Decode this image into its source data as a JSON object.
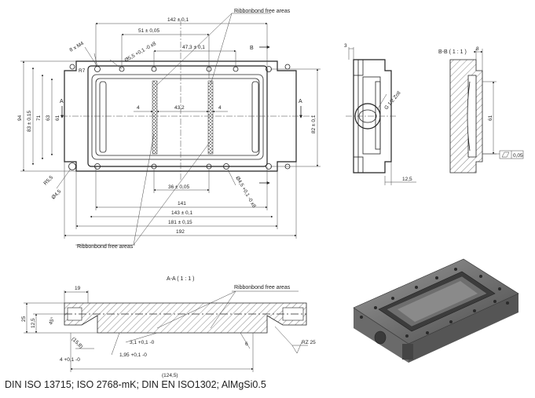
{
  "top_view": {
    "ribbon_top": "Ribbonbond free areas",
    "ribbon_bottom": "Ribbonbond free areas",
    "dims": {
      "d142": "142 ± 0,1",
      "d51": "51 ± 0,05",
      "d47": "47,3 ± 0,1",
      "hole_top": "Ø5,5 +0,1 -0 x8",
      "m4": "8 x M4",
      "r7": "R7",
      "d94": "94",
      "d83": "83 ± 0,15",
      "d71": "71",
      "d63": "63",
      "d61": "61",
      "d82": "82 ± 0,1",
      "d4a": "4",
      "d43": "43,2",
      "d4b": "4",
      "r5": "R5,5",
      "d45": "Ø4,5",
      "d36": "36 ± 0,05",
      "hole_bot": "Ø4,5 +0,1 -0 x8",
      "d141": "141",
      "d143": "143 ± 0,1",
      "d181": "181 ± 0,15",
      "d192": "192"
    },
    "section_a_left": "A",
    "section_a_right": "A",
    "section_b": "B"
  },
  "side_view": {
    "d3": "3",
    "g12": "G 1/2 Zoll",
    "d125": "12,5"
  },
  "section_bb": {
    "title": "B-B ( 1 : 1 )",
    "d8": "8",
    "d61": "61",
    "flat": "0,05"
  },
  "section_aa": {
    "title": "A-A ( 1 : 1 )",
    "ribbon": "Ribbonbond free areas",
    "d19": "19",
    "d25": "25",
    "d125": "12,5",
    "d158": "(15,8)",
    "d45": "45°",
    "d31": "3,1 +0,1 -0",
    "d195": "1,95 +0,1 -0",
    "d4": "4 +0,1 -0",
    "d1245": "(124,5)",
    "d6": "6",
    "rz": "RZ 25"
  },
  "footer": {
    "spec": "DIN ISO 13715; ISO 2768-mK; DIN EN ISO1302; AlMgSi0.5"
  }
}
